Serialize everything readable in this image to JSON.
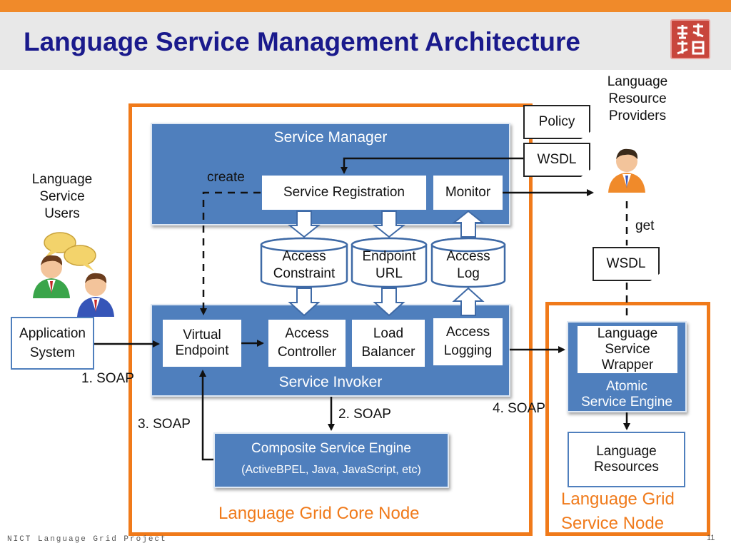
{
  "title": "Language Service Management Architecture",
  "logo_icon": "kanji-seal-logo",
  "core_node_label": "Language Grid Core Node",
  "service_node_label": "Language Grid\nService Node",
  "service_manager": {
    "title": "Service Manager",
    "registration": "Service Registration",
    "monitor": "Monitor",
    "create_label": "create"
  },
  "databases": {
    "access_constraint": "Access\nConstraint",
    "endpoint_url": "Endpoint\nURL",
    "access_log": "Access\nLog"
  },
  "service_invoker": {
    "title": "Service Invoker",
    "virtual_endpoint": "Virtual\nEndpoint",
    "access_controller": "Access\nController",
    "load_balancer": "Load\nBalancer",
    "access_logging": "Access\nLogging"
  },
  "composite_engine": {
    "title": "Composite Service Engine",
    "subtitle": "(ActiveBPEL, Java, JavaScript, etc)"
  },
  "atomic_engine": {
    "wrapper": "Language\nService\nWrapper",
    "title": "Atomic\nService Engine"
  },
  "language_resources": "Language\nResources",
  "users_label": "Language\nService\nUsers",
  "providers_label": "Language\nResource\nProviders",
  "application_system": "Application\nSystem",
  "policy_doc": "Policy",
  "wsdl_doc_top": "WSDL",
  "wsdl_doc_mid": "WSDL",
  "get_label": "get",
  "soap_labels": [
    "1. SOAP",
    "2. SOAP",
    "3. SOAP",
    "4. SOAP"
  ],
  "footer": "NICT Language Grid Project",
  "page_number": "11",
  "colors": {
    "accent_orange": "#f07a1a",
    "panel_blue": "#4f7fbd",
    "title_navy": "#1a1a8c"
  }
}
